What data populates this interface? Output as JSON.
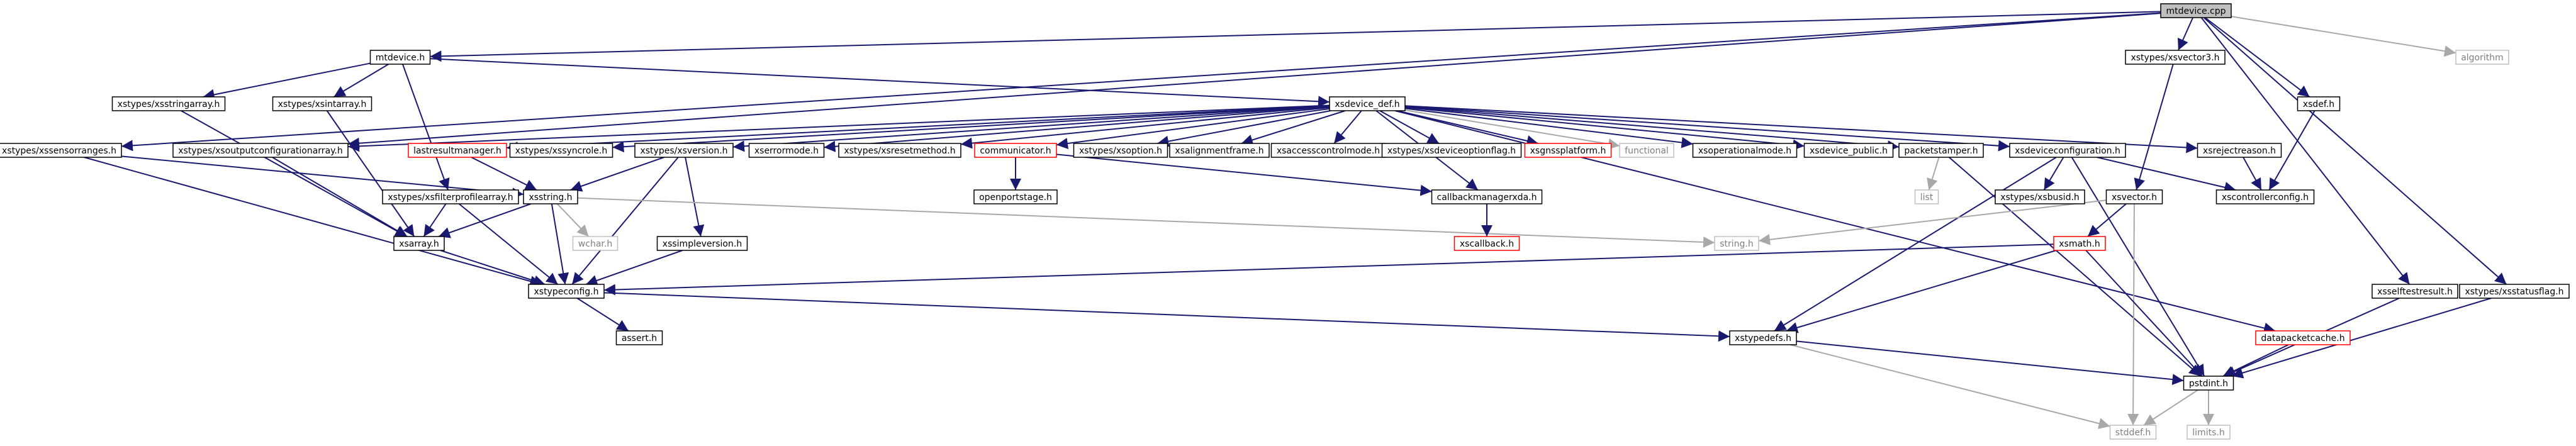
{
  "palette": {
    "edge": "#191970",
    "edge_external": "#a8a8a8",
    "node_border": "#000000",
    "node_border_missing": "#ff0000",
    "node_border_external": "#bfbfbf",
    "root_fill": "#bfbfbf",
    "node_fill": "#ffffff",
    "text": "#000000",
    "text_external": "#7f7f7f"
  },
  "nodes": [
    {
      "id": "mtdevice_cpp",
      "label": "mtdevice.cpp",
      "kind": "root"
    },
    {
      "id": "mtdevice_h",
      "label": "mtdevice.h",
      "kind": "normal"
    },
    {
      "id": "xsvector3_h",
      "label": "xstypes/xsvector3.h",
      "kind": "normal"
    },
    {
      "id": "algorithm",
      "label": "algorithm",
      "kind": "external"
    },
    {
      "id": "xsstringarray_h",
      "label": "xstypes/xsstringarray.h",
      "kind": "normal"
    },
    {
      "id": "xsintarray_h",
      "label": "xstypes/xsintarray.h",
      "kind": "normal"
    },
    {
      "id": "xsdevice_def_h",
      "label": "xsdevice_def.h",
      "kind": "normal"
    },
    {
      "id": "xsdef_h",
      "label": "xsdef.h",
      "kind": "normal"
    },
    {
      "id": "xssensorranges_h",
      "label": "xstypes/xssensorranges.h",
      "kind": "normal"
    },
    {
      "id": "xsoutputconfigurationarray_h",
      "label": "xstypes/xsoutputconfigurationarray.h",
      "kind": "normal"
    },
    {
      "id": "lastresultmanager_h",
      "label": "lastresultmanager.h",
      "kind": "missing"
    },
    {
      "id": "xssyncrole_h",
      "label": "xstypes/xssyncrole.h",
      "kind": "normal"
    },
    {
      "id": "xsversion_h",
      "label": "xstypes/xsversion.h",
      "kind": "normal"
    },
    {
      "id": "xserrormode_h",
      "label": "xserrormode.h",
      "kind": "normal"
    },
    {
      "id": "xsresetmethod_h",
      "label": "xstypes/xsresetmethod.h",
      "kind": "normal"
    },
    {
      "id": "communicator_h",
      "label": "communicator.h",
      "kind": "missing"
    },
    {
      "id": "xsoption_h",
      "label": "xstypes/xsoption.h",
      "kind": "normal"
    },
    {
      "id": "xsalignmentframe_h",
      "label": "xsalignmentframe.h",
      "kind": "normal"
    },
    {
      "id": "xsaccesscontrolmode_h",
      "label": "xsaccesscontrolmode.h",
      "kind": "normal"
    },
    {
      "id": "xsdeviceoptionflag_h",
      "label": "xstypes/xsdeviceoptionflag.h",
      "kind": "normal"
    },
    {
      "id": "xsgnssplatform_h",
      "label": "xsgnssplatform.h",
      "kind": "missing"
    },
    {
      "id": "functional",
      "label": "functional",
      "kind": "external"
    },
    {
      "id": "xsoperationalmode_h",
      "label": "xsoperationalmode.h",
      "kind": "normal"
    },
    {
      "id": "xsdevice_public_h",
      "label": "xsdevice_public.h",
      "kind": "normal"
    },
    {
      "id": "packetstamper_h",
      "label": "packetstamper.h",
      "kind": "normal"
    },
    {
      "id": "xsdeviceconfiguration_h",
      "label": "xsdeviceconfiguration.h",
      "kind": "normal"
    },
    {
      "id": "xsrejectreason_h",
      "label": "xsrejectreason.h",
      "kind": "normal"
    },
    {
      "id": "xsfilterprofilearray_h",
      "label": "xstypes/xsfilterprofilearray.h",
      "kind": "normal"
    },
    {
      "id": "xsstring_h",
      "label": "xsstring.h",
      "kind": "normal"
    },
    {
      "id": "openportstage_h",
      "label": "openportstage.h",
      "kind": "normal"
    },
    {
      "id": "callbackmanagerxda_h",
      "label": "callbackmanagerxda.h",
      "kind": "normal"
    },
    {
      "id": "list",
      "label": "list",
      "kind": "external"
    },
    {
      "id": "xsvector_h",
      "label": "xsvector.h",
      "kind": "normal"
    },
    {
      "id": "xsbusid_h",
      "label": "xstypes/xsbusid.h",
      "kind": "normal"
    },
    {
      "id": "xscontrollerconfig_h",
      "label": "xscontrollerconfig.h",
      "kind": "normal"
    },
    {
      "id": "xsarray_h",
      "label": "xsarray.h",
      "kind": "normal"
    },
    {
      "id": "wchar_h",
      "label": "wchar.h",
      "kind": "external"
    },
    {
      "id": "xscallback_h",
      "label": "xscallback.h",
      "kind": "missing"
    },
    {
      "id": "string_h",
      "label": "string.h",
      "kind": "external"
    },
    {
      "id": "xsmath_h",
      "label": "xsmath.h",
      "kind": "missing"
    },
    {
      "id": "xssimpleversion_h",
      "label": "xssimpleversion.h",
      "kind": "normal"
    },
    {
      "id": "xstypeconfig_h",
      "label": "xstypeconfig.h",
      "kind": "normal"
    },
    {
      "id": "xsselftestresult_h",
      "label": "xsselftestresult.h",
      "kind": "normal"
    },
    {
      "id": "xsstatusflag_h",
      "label": "xstypes/xsstatusflag.h",
      "kind": "normal"
    },
    {
      "id": "assert_h",
      "label": "assert.h",
      "kind": "normal"
    },
    {
      "id": "xstypedefs_h",
      "label": "xstypedefs.h",
      "kind": "normal"
    },
    {
      "id": "datapacketcache_h",
      "label": "datapacketcache.h",
      "kind": "missing"
    },
    {
      "id": "pstdint_h",
      "label": "pstdint.h",
      "kind": "normal"
    },
    {
      "id": "stddef_h",
      "label": "stddef.h",
      "kind": "external"
    },
    {
      "id": "limits_h",
      "label": "limits.h",
      "kind": "external"
    }
  ],
  "edges": [
    [
      "mtdevice_cpp",
      "mtdevice_h"
    ],
    [
      "mtdevice_cpp",
      "xsvector3_h"
    ],
    [
      "mtdevice_cpp",
      "algorithm"
    ],
    [
      "mtdevice_cpp",
      "xsdef_h"
    ],
    [
      "mtdevice_cpp",
      "xssensorranges_h"
    ],
    [
      "mtdevice_cpp",
      "xsoutputconfigurationarray_h"
    ],
    [
      "mtdevice_cpp",
      "xsselftestresult_h"
    ],
    [
      "mtdevice_cpp",
      "xsstatusflag_h"
    ],
    [
      "mtdevice_h",
      "xsstringarray_h"
    ],
    [
      "mtdevice_h",
      "xsintarray_h"
    ],
    [
      "mtdevice_h",
      "xsdevice_def_h"
    ],
    [
      "mtdevice_h",
      "xsfilterprofilearray_h"
    ],
    [
      "xsdevice_def_h",
      "xsoutputconfigurationarray_h"
    ],
    [
      "xsdevice_def_h",
      "lastresultmanager_h"
    ],
    [
      "xsdevice_def_h",
      "xssyncrole_h"
    ],
    [
      "xsdevice_def_h",
      "xsversion_h"
    ],
    [
      "xsdevice_def_h",
      "xserrormode_h"
    ],
    [
      "xsdevice_def_h",
      "xsresetmethod_h"
    ],
    [
      "xsdevice_def_h",
      "communicator_h"
    ],
    [
      "xsdevice_def_h",
      "xsoption_h"
    ],
    [
      "xsdevice_def_h",
      "xsalignmentframe_h"
    ],
    [
      "xsdevice_def_h",
      "xsaccesscontrolmode_h"
    ],
    [
      "xsdevice_def_h",
      "xsdeviceoptionflag_h"
    ],
    [
      "xsdevice_def_h",
      "xsgnssplatform_h"
    ],
    [
      "xsdevice_def_h",
      "functional"
    ],
    [
      "xsdevice_def_h",
      "xsoperationalmode_h"
    ],
    [
      "xsdevice_def_h",
      "xsdevice_public_h"
    ],
    [
      "xsdevice_def_h",
      "packetstamper_h"
    ],
    [
      "xsdevice_def_h",
      "xsdeviceconfiguration_h"
    ],
    [
      "xsdevice_def_h",
      "xsrejectreason_h"
    ],
    [
      "xsdevice_def_h",
      "callbackmanagerxda_h"
    ],
    [
      "xsdevice_def_h",
      "datapacketcache_h"
    ],
    [
      "xsstringarray_h",
      "xsarray_h"
    ],
    [
      "xsintarray_h",
      "xsarray_h"
    ],
    [
      "xssensorranges_h",
      "xsstring_h"
    ],
    [
      "xssensorranges_h",
      "xstypeconfig_h"
    ],
    [
      "xsoutputconfigurationarray_h",
      "xsarray_h"
    ],
    [
      "lastresultmanager_h",
      "xsstring_h"
    ],
    [
      "xsversion_h",
      "xsstring_h"
    ],
    [
      "xsversion_h",
      "xssimpleversion_h"
    ],
    [
      "xsversion_h",
      "xstypeconfig_h"
    ],
    [
      "communicator_h",
      "openportstage_h"
    ],
    [
      "communicator_h",
      "callbackmanagerxda_h"
    ],
    [
      "xsfilterprofilearray_h",
      "xsarray_h"
    ],
    [
      "xsfilterprofilearray_h",
      "xstypeconfig_h"
    ],
    [
      "xsstring_h",
      "xsarray_h"
    ],
    [
      "xsstring_h",
      "wchar_h"
    ],
    [
      "xsstring_h",
      "string_h"
    ],
    [
      "xsstring_h",
      "xstypeconfig_h"
    ],
    [
      "xsarray_h",
      "xstypeconfig_h"
    ],
    [
      "callbackmanagerxda_h",
      "xscallback_h"
    ],
    [
      "xsvector3_h",
      "xsvector_h"
    ],
    [
      "xsdef_h",
      "xscontrollerconfig_h"
    ],
    [
      "packetstamper_h",
      "list"
    ],
    [
      "packetstamper_h",
      "pstdint_h"
    ],
    [
      "xsdeviceconfiguration_h",
      "xsbusid_h"
    ],
    [
      "xsdeviceconfiguration_h",
      "xscontrollerconfig_h"
    ],
    [
      "xsdeviceconfiguration_h",
      "xstypedefs_h"
    ],
    [
      "xsdeviceconfiguration_h",
      "pstdint_h"
    ],
    [
      "xsrejectreason_h",
      "xscontrollerconfig_h"
    ],
    [
      "xsvector_h",
      "xsmath_h"
    ],
    [
      "xsvector_h",
      "string_h"
    ],
    [
      "xsvector_h",
      "stddef_h"
    ],
    [
      "xsmath_h",
      "xstypeconfig_h"
    ],
    [
      "xsmath_h",
      "xstypedefs_h"
    ],
    [
      "xsmath_h",
      "pstdint_h"
    ],
    [
      "xssimpleversion_h",
      "xstypeconfig_h"
    ],
    [
      "xstypeconfig_h",
      "assert_h"
    ],
    [
      "xstypeconfig_h",
      "xstypedefs_h"
    ],
    [
      "xstypedefs_h",
      "stddef_h"
    ],
    [
      "xstypedefs_h",
      "pstdint_h"
    ],
    [
      "datapacketcache_h",
      "pstdint_h"
    ],
    [
      "xsselftestresult_h",
      "pstdint_h"
    ],
    [
      "xsstatusflag_h",
      "pstdint_h"
    ],
    [
      "pstdint_h",
      "stddef_h"
    ],
    [
      "pstdint_h",
      "limits_h"
    ]
  ]
}
